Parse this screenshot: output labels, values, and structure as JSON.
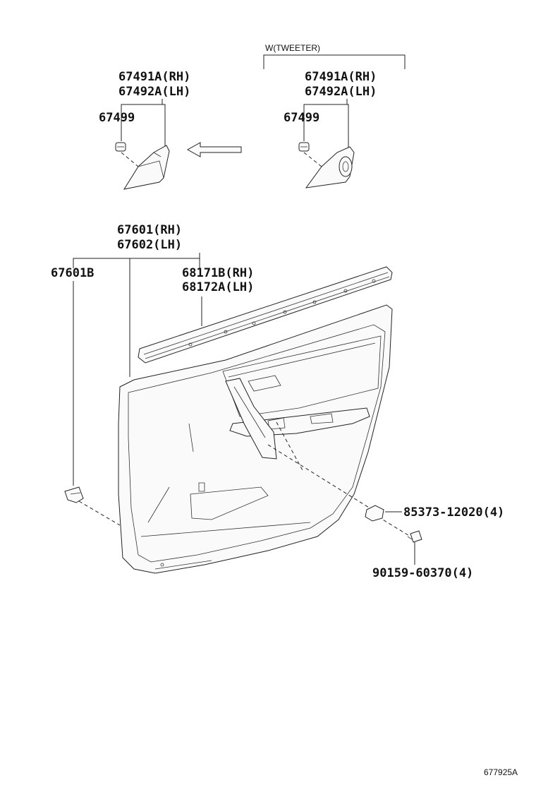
{
  "diagram": {
    "variant_label": "W(TWEETER)",
    "left_cover_rh": "67491A(RH)",
    "left_cover_lh": "67492A(LH)",
    "left_clip": "67499",
    "right_cover_rh": "67491A(RH)",
    "right_cover_lh": "67492A(LH)",
    "right_clip": "67499",
    "panel_rh": "67601(RH)",
    "panel_lh": "67602(LH)",
    "panel_sub": "67601B",
    "weatherstrip_rh": "68171B(RH)",
    "weatherstrip_lh": "68172A(LH)",
    "retainer": "85373-12020(4)",
    "screw": "90159-60370(4)",
    "illustration_id": "677925A"
  }
}
